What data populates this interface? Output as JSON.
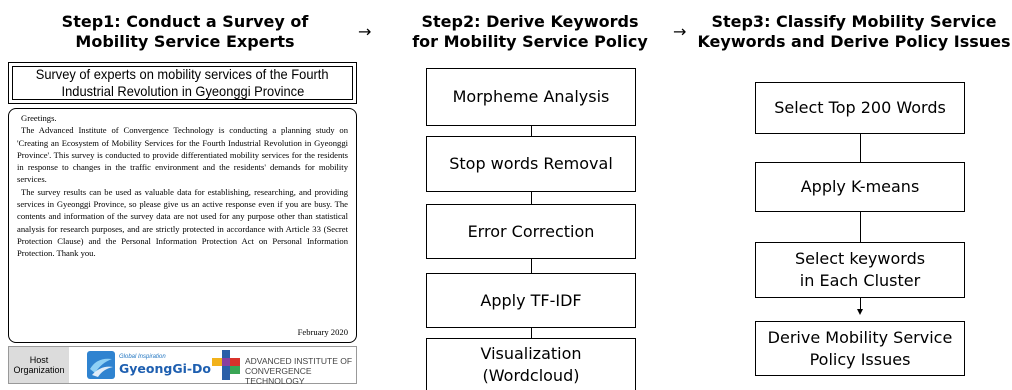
{
  "steps": [
    {
      "title_line1": "Step1: Conduct a Survey of",
      "title_line2": "Mobility Service Experts"
    },
    {
      "title_line1": "Step2: Derive Keywords",
      "title_line2": "for Mobility Service Policy"
    },
    {
      "title_line1": "Step3: Classify Mobility Service",
      "title_line2": "Keywords and Derive Policy Issues"
    }
  ],
  "arrow_symbol": "→",
  "survey": {
    "header_line1": "Survey of experts on mobility services of the Fourth",
    "header_line2": "Industrial Revolution in Gyeonggi Province",
    "greeting": "Greetings.",
    "paragraph1": "The Advanced Institute of Convergence Technology is conducting a planning study on 'Creating an Ecosystem of Mobility Services for the Fourth Industrial Revolution in Gyeonggi Province'. This survey is conducted to provide differentiated mobility services for the residents in response to changes in the traffic environment and the residents' demands for mobility services.",
    "paragraph2": "The survey results can be used as valuable data for establishing, researching, and providing services in Gyeonggi Province, so please give us an active response even if you are busy.  The contents and information of the survey data are not used for any purpose other than statistical analysis for research purposes, and are strictly protected in accordance with Article 33 (Secret Protection Clause) and the Personal Information Protection Act on Personal Information Protection. Thank you.",
    "date": "February 2020",
    "host_line1": "Host",
    "host_line2": "Organization",
    "gg_small": "Global Inspiration",
    "gg_big": "GyeongGi-Do",
    "aict_line1": "ADVANCED INSTITUTE OF",
    "aict_line2": "CONVERGENCE TECHNOLOGY"
  },
  "step2_boxes": [
    {
      "line1": "Morpheme Analysis",
      "line2": ""
    },
    {
      "line1": "Stop words Removal",
      "line2": ""
    },
    {
      "line1": "Error Correction",
      "line2": ""
    },
    {
      "line1": "Apply TF-IDF",
      "line2": ""
    },
    {
      "line1": "Visualization",
      "line2": "(Wordcloud)"
    }
  ],
  "step3_boxes": [
    {
      "line1": "Select Top 200 Words",
      "line2": ""
    },
    {
      "line1": "Apply K-means",
      "line2": ""
    },
    {
      "line1": "Select keywords",
      "line2": "in Each Cluster"
    },
    {
      "line1": "Derive Mobility Service",
      "line2": "Policy Issues"
    }
  ],
  "colors": {
    "gg_blue": "#1e5fb0",
    "aict_red": "#d9322b",
    "aict_yellow": "#f2b21b",
    "aict_blue": "#2a5fa8",
    "aict_green": "#3aa655"
  }
}
